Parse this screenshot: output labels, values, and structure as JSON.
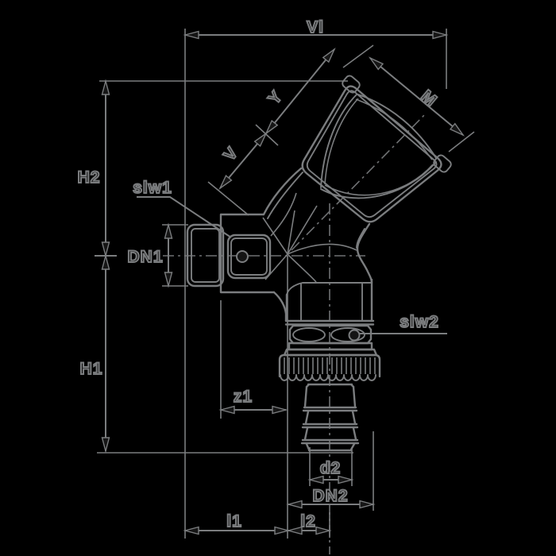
{
  "drawing": {
    "type": "technical-drawing-valve-fitting",
    "background_color": "#000000",
    "line_color": "#7b7d7f",
    "labels": {
      "vl": "Vl",
      "h2": "H2",
      "h1": "H1",
      "dn1": "DN1",
      "slw1": "slw1",
      "slw2": "slw2",
      "y": "Y",
      "v": "V",
      "m": "M",
      "z1": "z1",
      "d2": "d2",
      "dn2": "DN2",
      "l1": "l1",
      "l2": "l2"
    }
  }
}
